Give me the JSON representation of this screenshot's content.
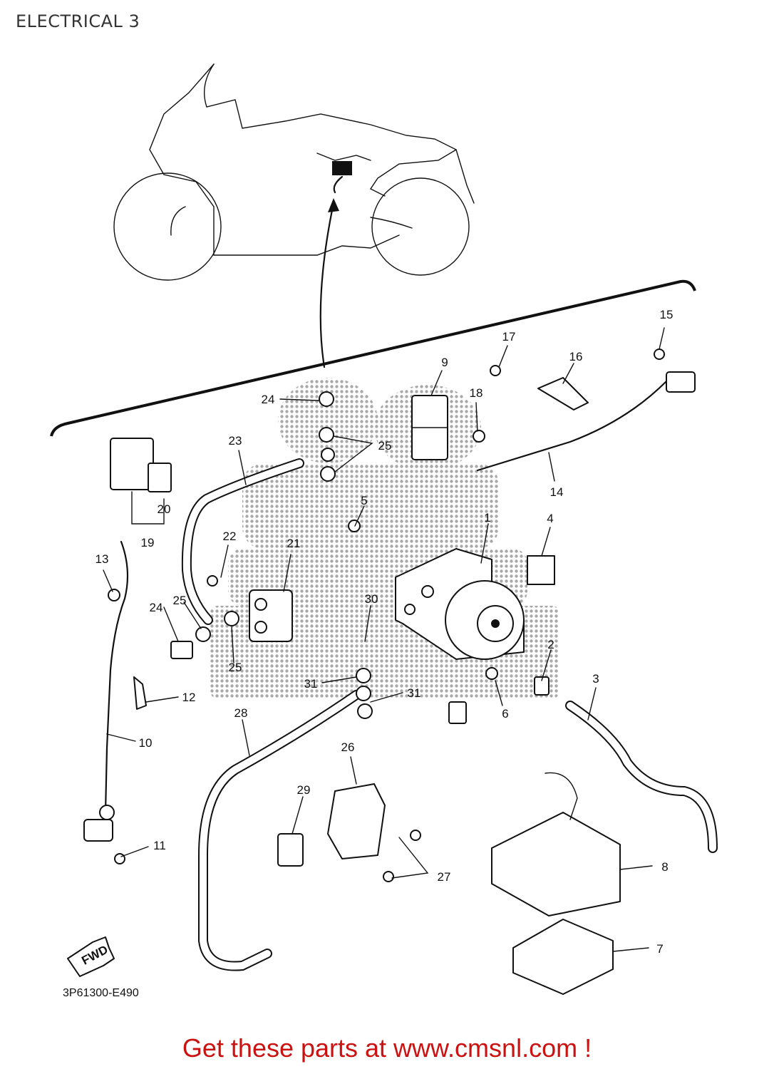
{
  "title": "ELECTRICAL 3",
  "diagram_code": "3P61300-E490",
  "fwd_label": "FWD",
  "footer_text": "Get these parts at www.cmsnl.com !",
  "watermark_color": "#9a9a9a",
  "footer_color": "#cc1111",
  "callouts": [
    {
      "id": "c1",
      "text": "1"
    },
    {
      "id": "c2",
      "text": "2"
    },
    {
      "id": "c3",
      "text": "3"
    },
    {
      "id": "c4",
      "text": "4"
    },
    {
      "id": "c5",
      "text": "5"
    },
    {
      "id": "c6",
      "text": "6"
    },
    {
      "id": "c7",
      "text": "7"
    },
    {
      "id": "c8",
      "text": "8"
    },
    {
      "id": "c9",
      "text": "9"
    },
    {
      "id": "c10",
      "text": "10"
    },
    {
      "id": "c11",
      "text": "11"
    },
    {
      "id": "c12",
      "text": "12"
    },
    {
      "id": "c13",
      "text": "13"
    },
    {
      "id": "c14",
      "text": "14"
    },
    {
      "id": "c15",
      "text": "15"
    },
    {
      "id": "c16",
      "text": "16"
    },
    {
      "id": "c17",
      "text": "17"
    },
    {
      "id": "c18",
      "text": "18"
    },
    {
      "id": "c19",
      "text": "19"
    },
    {
      "id": "c20",
      "text": "20"
    },
    {
      "id": "c21",
      "text": "21"
    },
    {
      "id": "c22",
      "text": "22"
    },
    {
      "id": "c23",
      "text": "23"
    },
    {
      "id": "c24a",
      "text": "24"
    },
    {
      "id": "c24b",
      "text": "24"
    },
    {
      "id": "c25a",
      "text": "25"
    },
    {
      "id": "c25b",
      "text": "25"
    },
    {
      "id": "c25c",
      "text": "25"
    },
    {
      "id": "c26",
      "text": "26"
    },
    {
      "id": "c27",
      "text": "27"
    },
    {
      "id": "c28",
      "text": "28"
    },
    {
      "id": "c29",
      "text": "29"
    },
    {
      "id": "c30",
      "text": "30"
    },
    {
      "id": "c31a",
      "text": "31"
    },
    {
      "id": "c31b",
      "text": "31"
    }
  ]
}
